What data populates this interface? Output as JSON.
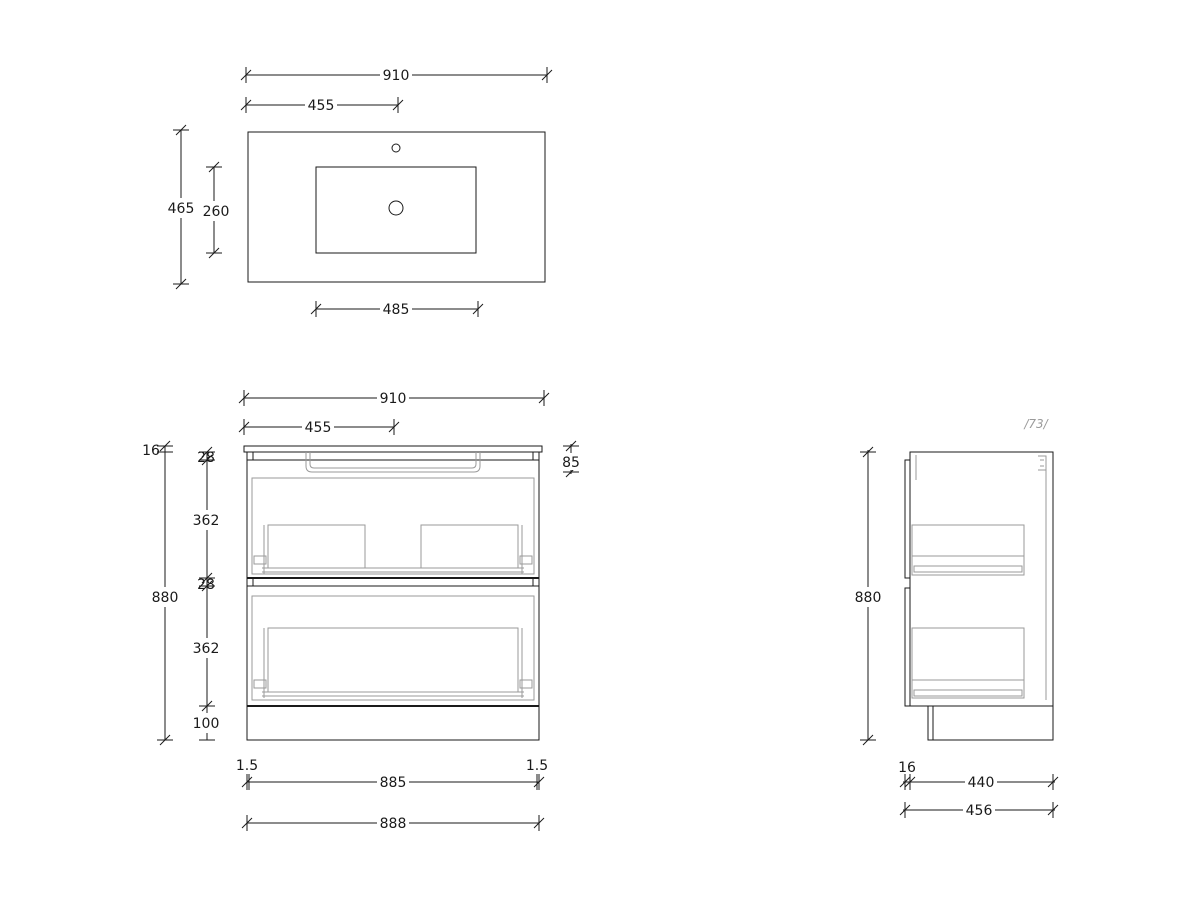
{
  "plan_view": {
    "dims": {
      "overall_width": "910",
      "half_width": "455",
      "depth": "465",
      "basin_depth": "260",
      "basin_width": "485"
    }
  },
  "front_view": {
    "dims": {
      "overall_width": "910",
      "half_width": "455",
      "top_thickness": "16",
      "gap_top": "28",
      "drawer_upper": "362",
      "gap_mid": "28",
      "drawer_lower": "362",
      "plinth": "100",
      "total_height": "880",
      "basin_depth": "85",
      "margin_left": "1.5",
      "inner_width": "885",
      "margin_right": "1.5",
      "carcass_width": "888"
    }
  },
  "side_view": {
    "dims": {
      "angle_label": "/73/",
      "total_height": "880",
      "front_thickness": "16",
      "carcass_depth": "440",
      "overall_depth": "456"
    }
  }
}
